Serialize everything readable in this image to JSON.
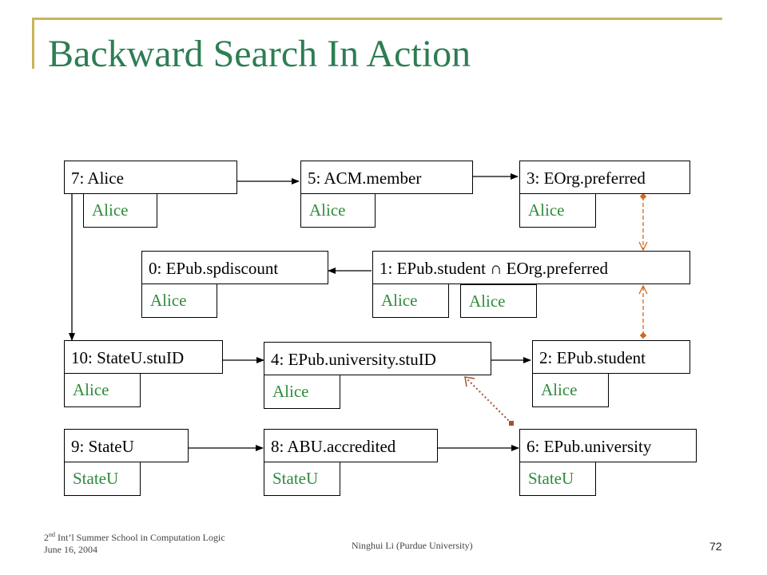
{
  "title": "Backward Search In Action",
  "nodes": {
    "n7": {
      "label": "7: Alice",
      "values": [
        "Alice"
      ]
    },
    "n5": {
      "label": "5: ACM.member",
      "values": [
        "Alice"
      ]
    },
    "n3": {
      "label": "3: EOrg.preferred",
      "values": [
        "Alice"
      ]
    },
    "n0": {
      "label": "0: EPub.spdiscount",
      "values": [
        "Alice"
      ]
    },
    "n1": {
      "label": "1: EPub.student ∩ EOrg.preferred",
      "values": [
        "Alice",
        "Alice"
      ]
    },
    "n10": {
      "label": "10: StateU.stuID",
      "values": [
        "Alice"
      ]
    },
    "n4": {
      "label": "4: EPub.university.stuID",
      "values": [
        "Alice"
      ]
    },
    "n2": {
      "label": "2: EPub.student",
      "values": [
        "Alice"
      ]
    },
    "n9": {
      "label": "9: StateU",
      "values": [
        "StateU"
      ]
    },
    "n8": {
      "label": "8: ABU.accredited",
      "values": [
        "StateU"
      ]
    },
    "n6": {
      "label": "6: EPub.university",
      "values": [
        "StateU"
      ]
    }
  },
  "colors": {
    "accent": "#c9b458",
    "title": "#2e7d53",
    "value_text": "#2e8b3a",
    "link_dashed": "#d2691e",
    "link_dotted": "#a0522d"
  },
  "footer": {
    "conference_prefix": "2",
    "conference_sup": "nd",
    "conference_rest": " Int’l Summer School in Computation Logic",
    "date": "June 16, 2004",
    "author": "Ninghui Li (Purdue University)",
    "page_number": "72"
  }
}
